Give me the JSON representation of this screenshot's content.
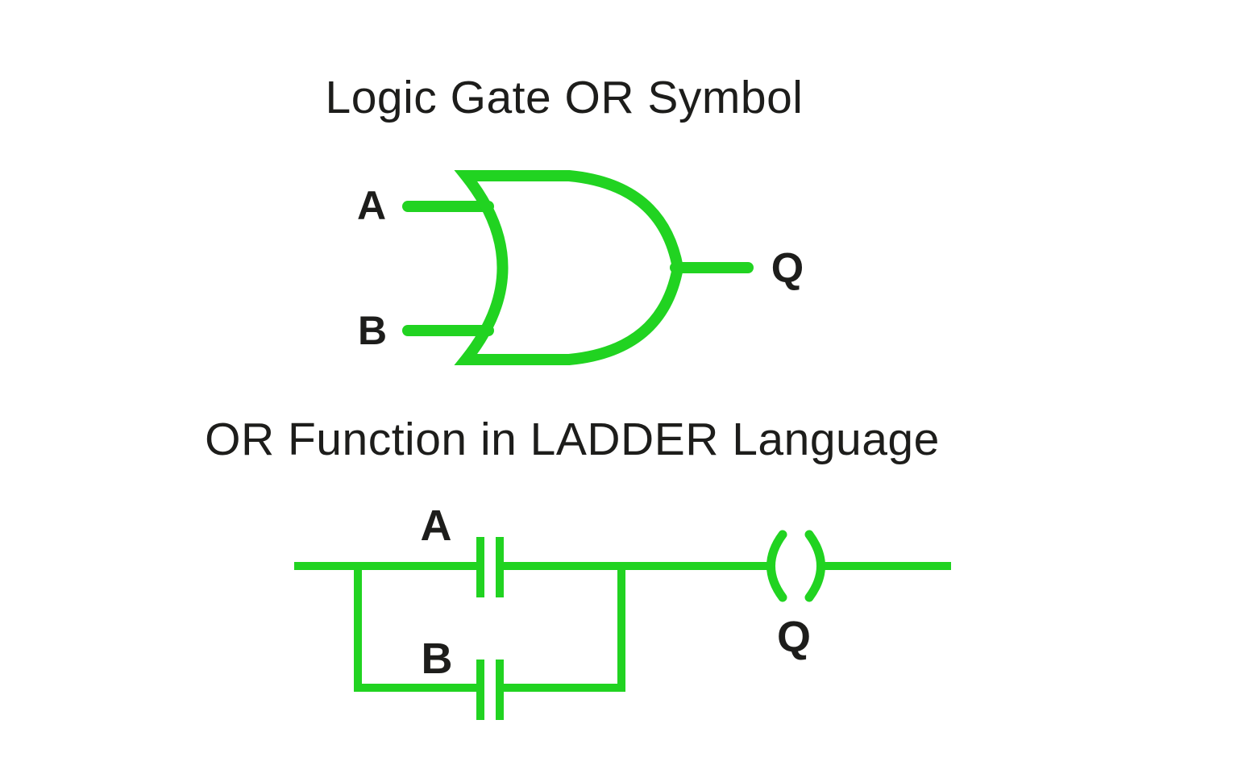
{
  "colors": {
    "green": "#21d321",
    "text": "#1d1d1b",
    "background": "#ffffff"
  },
  "gate_section": {
    "title": "Logic Gate OR Symbol",
    "input_a_label": "A",
    "input_b_label": "B",
    "output_label": "Q",
    "symbol": "or-gate"
  },
  "ladder_section": {
    "title": "OR Function in LADDER Language",
    "contact_a_label": "A",
    "contact_b_label": "B",
    "coil_label": "Q",
    "elements": [
      "normally-open-contact-A",
      "normally-open-contact-B-parallel-branch",
      "output-coil-Q"
    ]
  }
}
